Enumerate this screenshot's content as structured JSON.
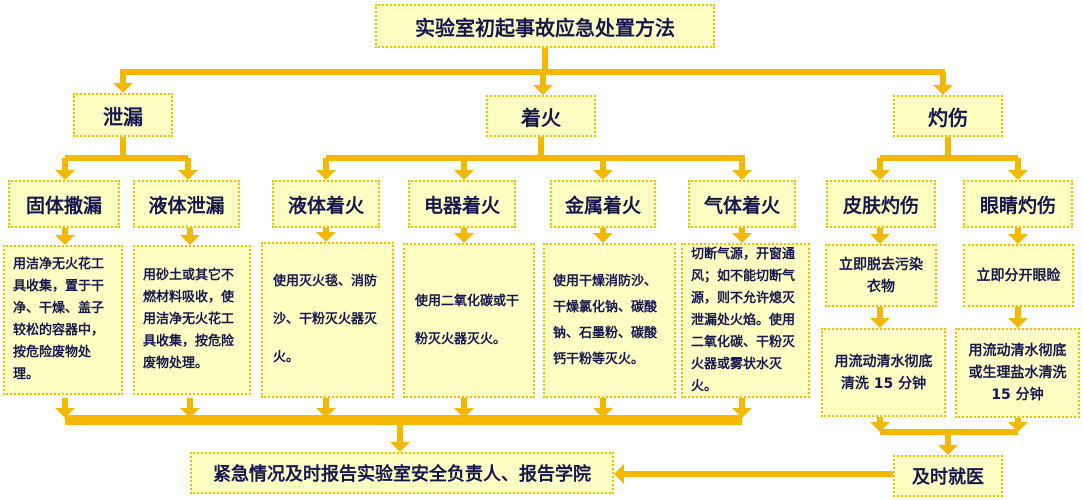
{
  "title": "实验室初起事故应急处置方法",
  "categories": {
    "leak": "泄漏",
    "fire": "着火",
    "burn": "灼伤"
  },
  "leak": {
    "solid": {
      "label": "固体撒漏",
      "action": "用洁净无火花工具收集，置于干净、干燥、盖子较松的容器中，按危险废物处理。"
    },
    "liquid": {
      "label": "液体泄漏",
      "action": "用砂土或其它不燃材料吸收，使用洁净无火花工具收集，按危险废物处理。"
    }
  },
  "fire": {
    "liquid": {
      "label": "液体着火",
      "action": "使用灭火毯、消防沙、干粉灭火器灭火。"
    },
    "electric": {
      "label": "电器着火",
      "action": "使用二氧化碳或干粉灭火器灭火。"
    },
    "metal": {
      "label": "金属着火",
      "action": "使用干燥消防沙、干燥氯化钠、碳酸钠、石墨粉、碳酸钙干粉等灭火。"
    },
    "gas": {
      "label": "气体着火",
      "action": "切断气源，开窗通风；如不能切断气源，则不允许熄灭泄漏处火焰。使用二氧化碳、干粉灭火器或雾状水灭火。"
    }
  },
  "burn": {
    "skin": {
      "label": "皮肤灼伤",
      "step1": "立即脱去污染衣物",
      "step2": "用流动清水彻底清洗 15 分钟"
    },
    "eye": {
      "label": "眼睛灼伤",
      "step1": "立即分开眼睑",
      "step2": "用流动清水彻底或生理盐水清洗 15 分钟"
    }
  },
  "final": {
    "report": "紧急情况及时报告实验室安全负责人、报告学院",
    "doctor": "及时就医"
  },
  "colors": {
    "box_fill": "#ffffc4",
    "border": "#f2c200",
    "arrow": "#f5b800",
    "text": "#17174f"
  }
}
